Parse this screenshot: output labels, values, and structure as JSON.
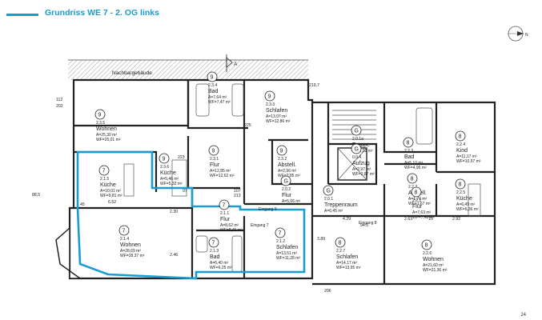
{
  "title": "Grundriss WE 7 - 2. OG links",
  "neighbor_label": "Nachbargebäude",
  "section_marker": "A",
  "page_number": "24",
  "rooms": [
    {
      "num": "2.3.4",
      "name": "Bad",
      "area": "A=7,64 m²",
      "wf": "WF=7,47 m²",
      "badge": "9"
    },
    {
      "num": "2.3.3",
      "name": "Schlafen",
      "area": "A=13,07 m²",
      "wf": "WF=12,86 m²",
      "badge": "9"
    },
    {
      "num": "2.3.5",
      "name": "Wohnen",
      "area": "A=25,30 m²",
      "wf": "WF=25,01 m²",
      "badge": "9"
    },
    {
      "num": "2.3.1",
      "name": "Flur",
      "area": "A=12,85 m²",
      "wf": "WF=12,62 m²",
      "badge": "9"
    },
    {
      "num": "2.3.6",
      "name": "Küche",
      "area": "A=5,46 m²",
      "wf": "WF=5,33 m²",
      "badge": "9"
    },
    {
      "num": "2.1.5",
      "name": "Küche",
      "area": "A=10,01 m²",
      "wf": "WF=9,81 m²",
      "badge": "7"
    },
    {
      "num": "2.3.2",
      "name": "Abstell.",
      "area": "A=2,96 m²",
      "wf": "WF=2,85 m²",
      "badge": "9"
    },
    {
      "num": "2.0.2",
      "name": "Flur",
      "area": "A=5,66 m²",
      "wf": "",
      "badge": "G"
    },
    {
      "num": "2.0.1a",
      "name": "Treppe",
      "area": "A=11,52 m²",
      "wf": "",
      "badge": "G"
    },
    {
      "num": "0.0.4",
      "name": "Aufzug",
      "area": "A=2,97 m²",
      "wf": "WF=2,87 m²",
      "badge": "G"
    },
    {
      "num": "2.0.1",
      "name": "Treppenraum",
      "area": "A=6,45 m²",
      "wf": "",
      "badge": "G"
    },
    {
      "num": "2.2.3",
      "name": "Bad",
      "area": "A=5,10 m²",
      "wf": "WF=4,96 m²",
      "badge": "8"
    },
    {
      "num": "2.2.4",
      "name": "Kind",
      "area": "A=11,17 m²",
      "wf": "WF=10,97 m²",
      "badge": "8"
    },
    {
      "num": "2.2.2",
      "name": "Abstell.",
      "area": "A=1,76 m²",
      "wf": "WF=1,67 m²",
      "badge": "8"
    },
    {
      "num": "2.2.1",
      "name": "Flur",
      "area": "A=7,63 m²",
      "wf": "WF=7,48 m²",
      "badge": "8"
    },
    {
      "num": "2.2.5",
      "name": "Küche",
      "area": "A=6,49 m²",
      "wf": "WF=6,36 m²",
      "badge": "8"
    },
    {
      "num": "2.1.1",
      "name": "Flur",
      "area": "A=8,62 m²",
      "wf": "WF=8,45 m²",
      "badge": "7"
    },
    {
      "num": "2.1.4",
      "name": "Wohnen",
      "area": "A=28,69 m²",
      "wf": "WF=28,37 m²",
      "badge": "7"
    },
    {
      "num": "2.1.3",
      "name": "Bad",
      "area": "A=6,40 m²",
      "wf": "WF=6,25 m²",
      "badge": "7"
    },
    {
      "num": "2.1.2",
      "name": "Schlafen",
      "area": "A=13,51 m²",
      "wf": "WF=11,28 m²",
      "badge": "7"
    },
    {
      "num": "2.2.7",
      "name": "Schlafen",
      "area": "A=14,17 m²",
      "wf": "WF=13,95 m²",
      "badge": "8"
    },
    {
      "num": "2.2.6",
      "name": "Wohnen",
      "area": "A=21,60 m²",
      "wf": "WF=21,36 m²",
      "badge": "8"
    }
  ],
  "entrances": [
    "Eingang 9",
    "Eingang 7",
    "Eingang 8"
  ],
  "dimensions": [
    "112",
    "202",
    "219,7",
    "223",
    "225",
    "6.52",
    "2.30",
    "2.46",
    "97",
    "107",
    "213",
    "4.29",
    "2.63",
    "2.92",
    "3.89",
    "94.5",
    "15",
    "45",
    "88,5",
    "206"
  ]
}
